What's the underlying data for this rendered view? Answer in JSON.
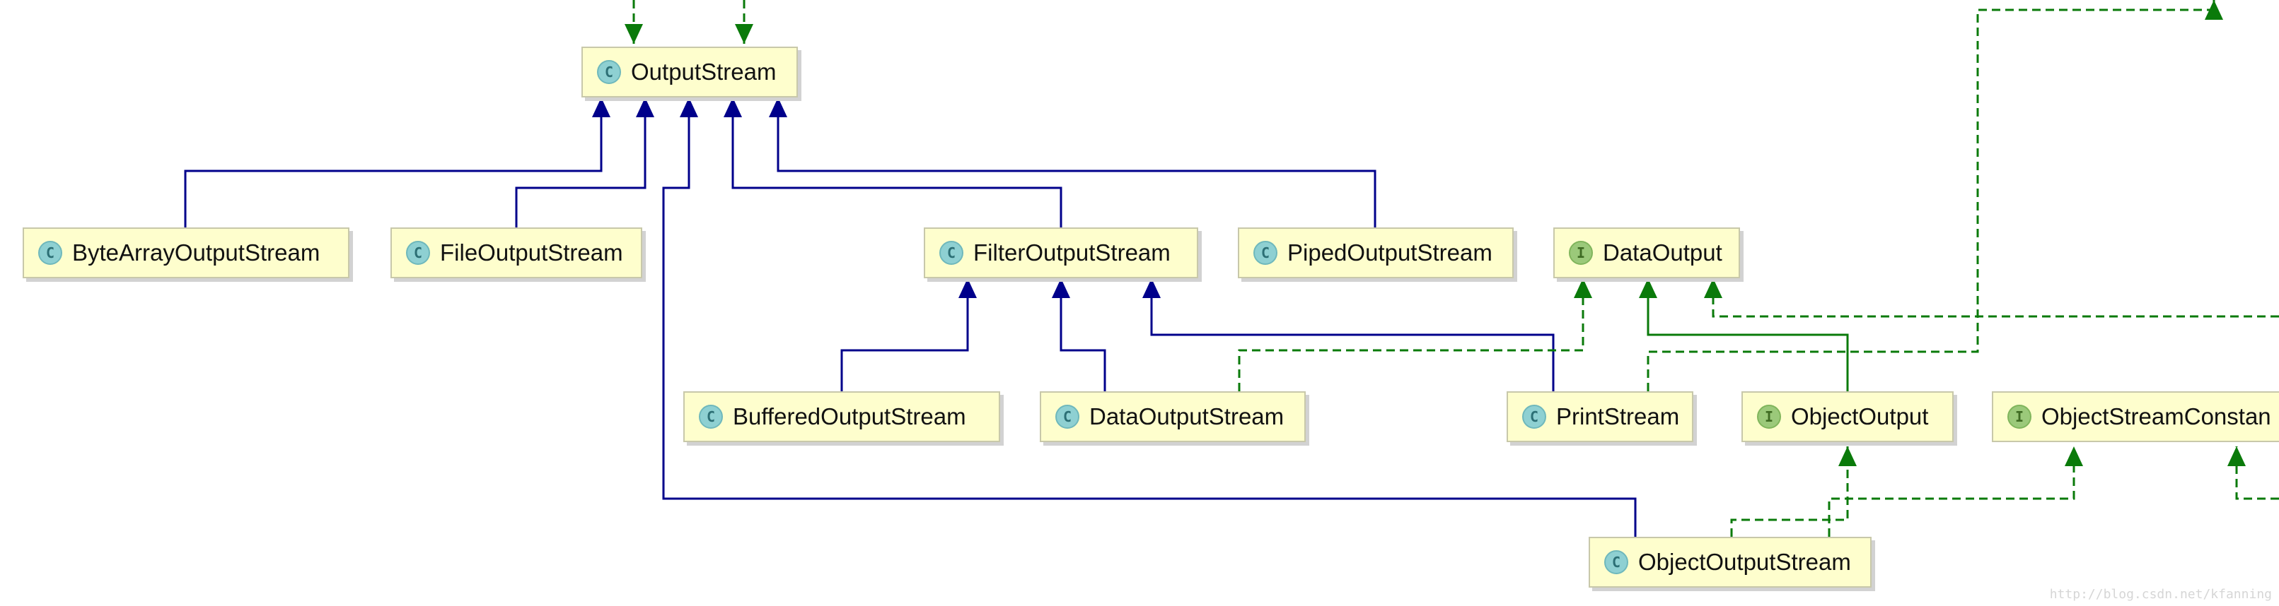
{
  "colors": {
    "extends_edge": "#00008b",
    "implements_edge": "#0a7a0a",
    "node_fill": "#fefecd",
    "class_glyph": "#8ed0d2",
    "interface_glyph": "#9bc97a"
  },
  "nodes": [
    {
      "id": "OutputStream",
      "label": "OutputStream",
      "kind": "C"
    },
    {
      "id": "ByteArrayOutputStream",
      "label": "ByteArrayOutputStream",
      "kind": "C"
    },
    {
      "id": "FileOutputStream",
      "label": "FileOutputStream",
      "kind": "C"
    },
    {
      "id": "FilterOutputStream",
      "label": "FilterOutputStream",
      "kind": "C"
    },
    {
      "id": "PipedOutputStream",
      "label": "PipedOutputStream",
      "kind": "C"
    },
    {
      "id": "DataOutput",
      "label": "DataOutput",
      "kind": "I"
    },
    {
      "id": "BufferedOutputStream",
      "label": "BufferedOutputStream",
      "kind": "C"
    },
    {
      "id": "DataOutputStream",
      "label": "DataOutputStream",
      "kind": "C"
    },
    {
      "id": "PrintStream",
      "label": "PrintStream",
      "kind": "C"
    },
    {
      "id": "ObjectOutput",
      "label": "ObjectOutput",
      "kind": "I"
    },
    {
      "id": "ObjectStreamConstants",
      "label": "ObjectStreamConstan",
      "kind": "I"
    },
    {
      "id": "ObjectOutputStream",
      "label": "ObjectOutputStream",
      "kind": "C"
    }
  ],
  "watermark": "http://blog.csdn.net/kfanning"
}
